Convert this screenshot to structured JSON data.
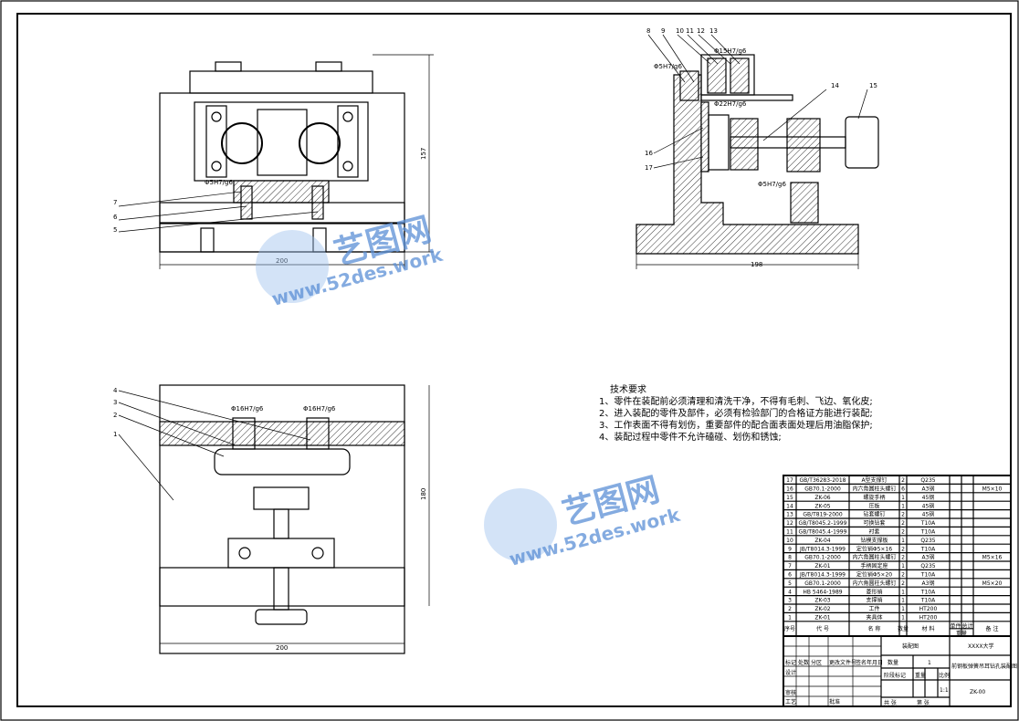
{
  "watermark": {
    "logo": "艺图网",
    "url": "www.52des.work"
  },
  "views": {
    "front": {
      "dim_height": "157",
      "dim_width": "200",
      "fit": "Φ5H7/g6",
      "balloons": [
        "7",
        "6",
        "5"
      ]
    },
    "side": {
      "dim_width": "198",
      "fits": [
        "Φ5H7/g6",
        "Φ15H7/g6",
        "Φ22H7/g6",
        "Φ5H7/g6"
      ],
      "balloons": [
        "8",
        "9",
        "10",
        "11",
        "12",
        "13",
        "14",
        "15",
        "16",
        "17"
      ]
    },
    "top": {
      "dim_height": "180",
      "dim_width": "200",
      "fits": [
        "Φ16H7/g6",
        "Φ16H7/g6"
      ],
      "balloons": [
        "4",
        "3",
        "2",
        "1"
      ]
    }
  },
  "requirements": {
    "title": "技术要求",
    "items": [
      "1、零件在装配前必须清理和清洗干净，不得有毛刺、飞边、氧化皮;",
      "2、进入装配的零件及部件，必须有检验部门的合格证方能进行装配;",
      "3、工作表面不得有划伤，重要部件的配合面表面处理后用油脂保护;",
      "4、装配过程中零件不允许磕碰、划伤和锈蚀;"
    ]
  },
  "bom": {
    "rows": [
      [
        "17",
        "GB/T36283-2018",
        "A型支撑钉",
        "2",
        "Q235",
        ""
      ],
      [
        "16",
        "GB70.1-2000",
        "内六角圆柱头螺钉",
        "6",
        "A3钢",
        "M5×10"
      ],
      [
        "15",
        "ZK-06",
        "螺旋手柄",
        "1",
        "45钢",
        ""
      ],
      [
        "14",
        "ZK-05",
        "压板",
        "1",
        "45钢",
        ""
      ],
      [
        "13",
        "GB/T819-2000",
        "钻套螺钉",
        "2",
        "45钢",
        ""
      ],
      [
        "12",
        "GB/T8045.2-1999",
        "可换钻套",
        "2",
        "T10A",
        ""
      ],
      [
        "11",
        "GB/T8045.4-1999",
        "衬套",
        "2",
        "T10A",
        ""
      ],
      [
        "10",
        "ZK-04",
        "钻模支撑板",
        "1",
        "Q235",
        ""
      ],
      [
        "9",
        "JB/T8014.3-1999",
        "定位销Φ5×16",
        "2",
        "T10A",
        ""
      ],
      [
        "8",
        "GB70.1-2000",
        "内六角圆柱头螺钉",
        "2",
        "A3钢",
        "M5×16"
      ],
      [
        "7",
        "ZK-01",
        "手柄固定座",
        "1",
        "Q235",
        ""
      ],
      [
        "6",
        "JB/T8014.3-1999",
        "定位销Φ5×20",
        "2",
        "T10A",
        ""
      ],
      [
        "5",
        "GB70.1-2000",
        "内六角圆柱头螺钉",
        "2",
        "A3钢",
        "M5×20"
      ],
      [
        "4",
        "HB 5464-1989",
        "菱形销",
        "1",
        "T10A",
        ""
      ],
      [
        "3",
        "ZK-03",
        "支撑销",
        "1",
        "T10A",
        ""
      ],
      [
        "2",
        "ZK-02",
        "工件",
        "1",
        "HT200",
        ""
      ],
      [
        "1",
        "ZK-01",
        "夹具体",
        "1",
        "HT200",
        ""
      ]
    ],
    "header": {
      "no": "序号",
      "code": "代 号",
      "name": "名 称",
      "qty": "数量",
      "material": "材 料",
      "unit": "单件",
      "total": "总计",
      "weight": "重量",
      "remark": "备 注"
    }
  },
  "title_block": {
    "drawing_type": "装配图",
    "school": "XXXX大学",
    "qty_label": "数量",
    "qty": "1",
    "title": "前钢板弹簧吊耳钻孔装配图",
    "stage_label": "阶段标记",
    "weight_label": "重量",
    "scale_label": "比例",
    "scale": "1:1",
    "drawing_no": "ZK-00",
    "mark": "标记",
    "count": "处数",
    "zone": "分区",
    "change": "更改文件号",
    "sign_date": "签名年月日",
    "design": "设计",
    "review": "审核",
    "craft": "工艺",
    "approve": "批准",
    "sheets": "共  张",
    "sheet": "第  张"
  }
}
